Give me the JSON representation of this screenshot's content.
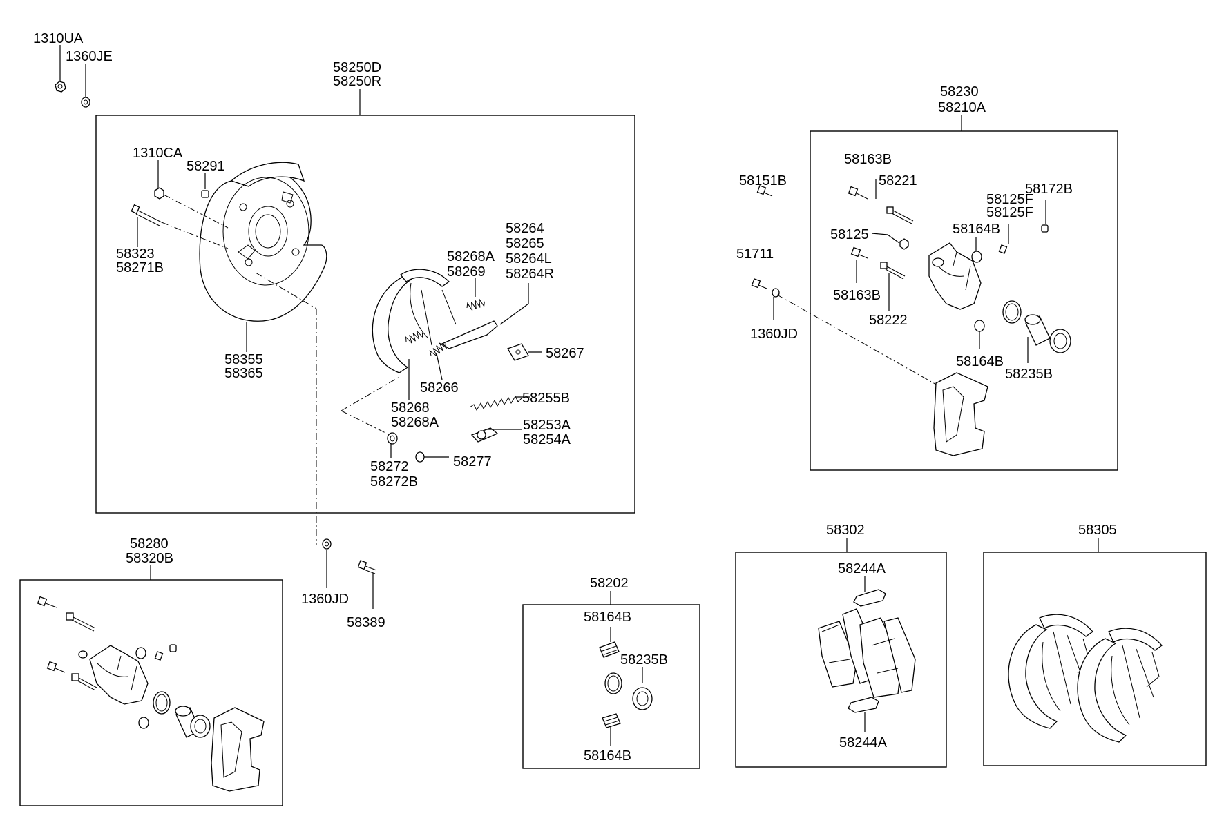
{
  "callouts": {
    "p1310ua": "1310UA",
    "p1360je": "1360JE",
    "g1_a": "58250D",
    "g1_b": "58250R",
    "p1310ca": "1310CA",
    "p58291": "58291",
    "p58323": "58323",
    "p58271b": "58271B",
    "p58355": "58355",
    "p58365": "58365",
    "p58264": "58264",
    "p58265": "58265",
    "p58264l": "58264L",
    "p58264r": "58264R",
    "p58268a_top": "58268A",
    "p58269": "58269",
    "p58267": "58267",
    "p58266": "58266",
    "p58255b": "58255B",
    "p58268": "58268",
    "p58268a_bot": "58268A",
    "p58253a": "58253A",
    "p58254a": "58254A",
    "p58272": "58272",
    "p58272b": "58272B",
    "p58277": "58277",
    "p1360jd_mid": "1360JD",
    "p58389": "58389",
    "g2_a": "58280",
    "g2_b": "58320B",
    "g3_a": "58230",
    "g3_b": "58210A",
    "p58151b": "58151B",
    "p51711": "51711",
    "p1360jd_right": "1360JD",
    "p58163b_top": "58163B",
    "p58221": "58221",
    "p58125": "58125",
    "p58163b_bot": "58163B",
    "p58222": "58222",
    "p58125f_1": "58125F",
    "p58125f_2": "58125F",
    "p58172b": "58172B",
    "p58164b_g3a": "58164B",
    "p58164b_g3b": "58164B",
    "p58235b_g3": "58235B",
    "g4": "58202",
    "p58164b_g4a": "58164B",
    "p58235b_g4": "58235B",
    "p58164b_g4b": "58164B",
    "g5": "58302",
    "p58244a_top": "58244A",
    "p58244a_bot": "58244A",
    "g6": "58305"
  },
  "icons": {
    "nut": "hex-nut-icon",
    "washer": "washer-icon",
    "bolt": "bolt-icon",
    "spring": "coil-spring-icon",
    "caliper": "brake-caliper-icon",
    "bracket": "caliper-bracket-icon",
    "piston": "piston-icon",
    "seal": "piston-seal-icon",
    "boot": "dust-boot-icon",
    "pad": "brake-pad-icon",
    "shoe": "brake-shoe-icon",
    "backing_plate": "backing-plate-icon",
    "clip": "pad-clip-icon"
  },
  "colors": {
    "line": "#000000",
    "background": "#ffffff"
  }
}
